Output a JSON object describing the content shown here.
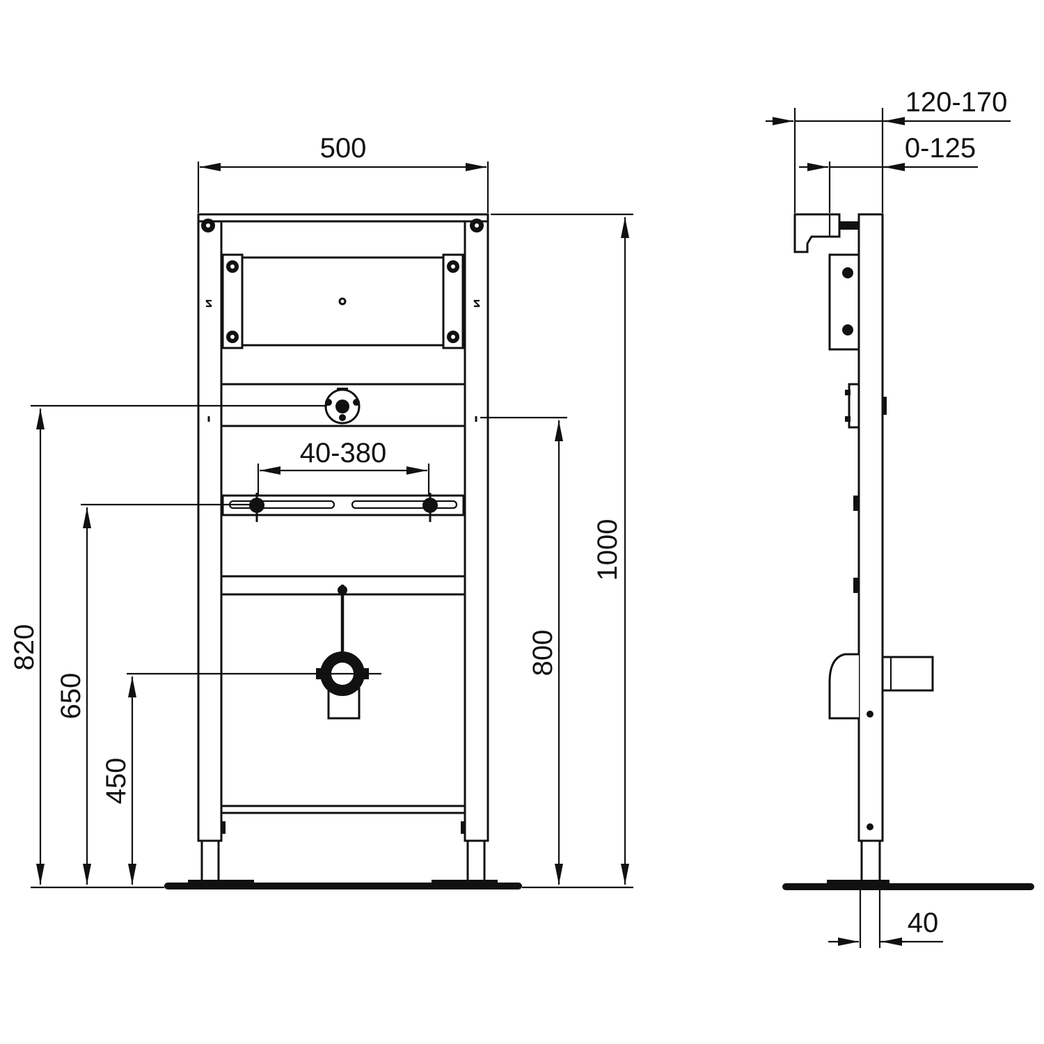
{
  "dimensions": {
    "width": "500",
    "total_height": "1000",
    "height_820": "820",
    "height_650": "650",
    "height_450": "450",
    "height_800": "800",
    "bracket_spacing": "40-380",
    "depth_120_170": "120-170",
    "depth_0_125": "0-125",
    "leg_width": "40"
  },
  "colors": {
    "line": "#111111",
    "background": "#ffffff"
  }
}
